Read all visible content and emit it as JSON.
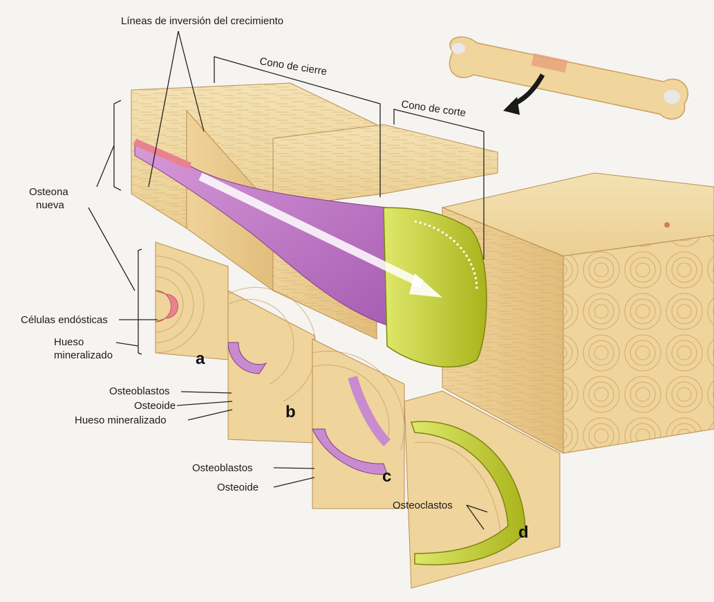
{
  "labels": {
    "growth_reversal_lines": "Líneas de inversión del crecimiento",
    "closing_cone": "Cono de cierre",
    "cutting_cone": "Cono de corte",
    "new_osteon": [
      "Osteona",
      "nueva"
    ],
    "endosteal_cells": "Células endósticas",
    "mineralized_bone_a": [
      "Hueso",
      "mineralizado"
    ],
    "osteoblasts_b": "Osteoblastos",
    "osteoid_b": "Osteoide",
    "mineralized_bone_b": "Hueso mineralizado",
    "osteoblasts_c": "Osteoblastos",
    "osteoid_c": "Osteoide",
    "osteoclasts_d": "Osteoclastos"
  },
  "section_letters": {
    "a": "a",
    "b": "b",
    "c": "c",
    "d": "d"
  },
  "colors": {
    "bone": "#f1d9a3",
    "bone_dark": "#d9b678",
    "bone_side": "#e6c486",
    "osteoid_purple": "#c98bd0",
    "osteoblast_purple": "#b56ec0",
    "osteoclast_green": "#c8d630",
    "osteoclast_dark": "#9aa41a",
    "endosteal_pink": "#e8828f",
    "arrow": "#ffffff"
  },
  "icons": {
    "whole_bone": "long-bone-icon",
    "direction_arrow": "curved-arrow-icon"
  }
}
